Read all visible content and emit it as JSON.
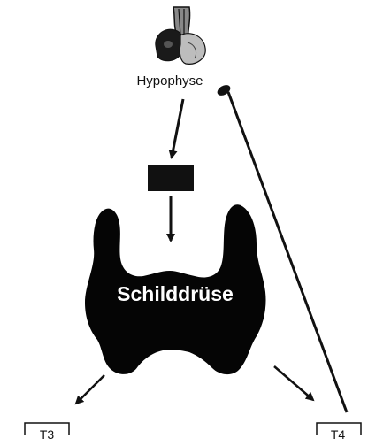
{
  "diagram": {
    "pituitary_label": "Hypophyse",
    "thyroid_label": "Schilddrüse",
    "hormone_left": "T3",
    "hormone_right": "T4",
    "colors": {
      "ink": "#111111",
      "gland_fill": "#050505",
      "gland_text": "#ffffff",
      "background": "#ffffff"
    },
    "icons": {
      "pituitary": "pituitary-gland-icon",
      "feedback_end": "inhibition-oval"
    }
  }
}
